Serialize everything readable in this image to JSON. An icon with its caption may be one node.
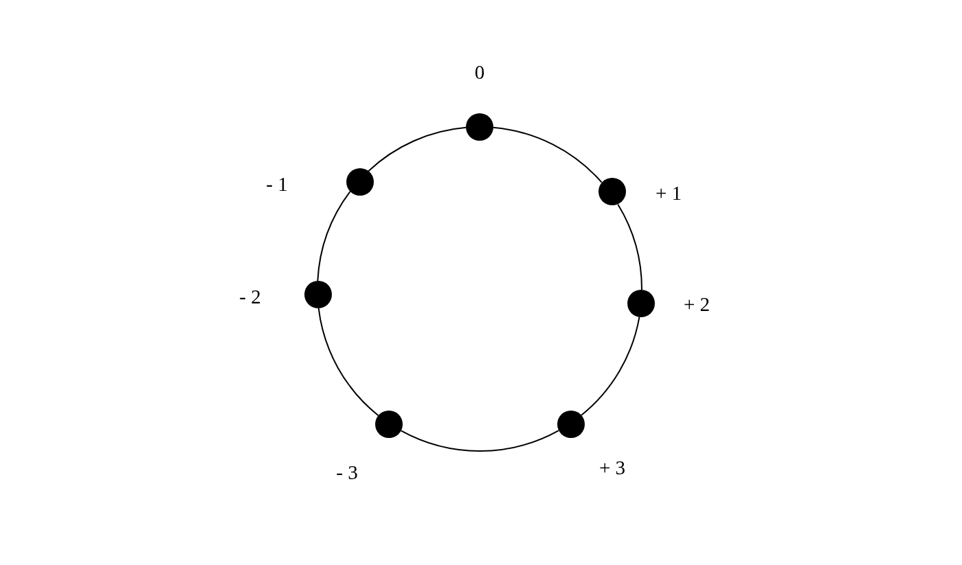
{
  "diagram": {
    "nodes": [
      {
        "text": [],
        "shape": "circle",
        "beside": [
          "0"
        ]
      },
      {
        "text": [],
        "shape": "circle",
        "beside": [
          "- 1"
        ]
      },
      {
        "text": [],
        "shape": "circle",
        "beside": [
          "+ 1"
        ]
      },
      {
        "text": [],
        "shape": "circle",
        "beside": [
          "- 2"
        ]
      },
      {
        "text": [],
        "shape": "circle",
        "beside": [
          "+ 2"
        ]
      },
      {
        "text": [],
        "shape": "circle",
        "beside": [
          "- 3"
        ]
      },
      {
        "text": [],
        "shape": "circle",
        "beside": [
          "+ 3"
        ]
      }
    ],
    "edges": [
      {
        "from": 0,
        "to": 2,
        "arrow": "none"
      },
      {
        "from": 2,
        "to": 4,
        "arrow": "none"
      },
      {
        "from": 4,
        "to": 6,
        "arrow": "none"
      },
      {
        "from": 6,
        "to": 5,
        "arrow": "none"
      },
      {
        "from": 5,
        "to": 3,
        "arrow": "none"
      },
      {
        "from": 3,
        "to": 1,
        "arrow": "none"
      },
      {
        "from": 1,
        "to": 0,
        "arrow": "none"
      }
    ]
  }
}
